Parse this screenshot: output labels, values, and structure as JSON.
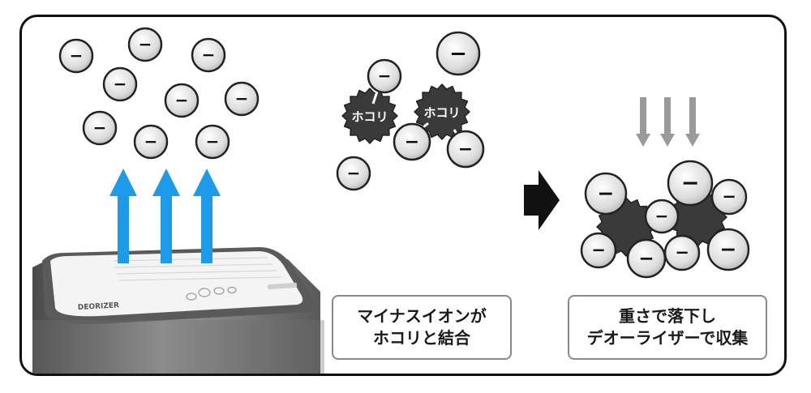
{
  "panel_left": {
    "device_brand": "DEORIZER",
    "ion_symbol": "−",
    "arrow_color": "#1e9be8"
  },
  "panel_middle": {
    "dust_label": "ホコリ",
    "ion_symbol": "−",
    "caption_line1": "マイナスイオンが",
    "caption_line2": "ホコリと結合"
  },
  "panel_right": {
    "ion_symbol": "−",
    "caption_line1": "重さで落下し",
    "caption_line2": "デオーライザーで収集",
    "arrow_color": "#9a9a9a"
  },
  "colors": {
    "dust": "#3a3a3a",
    "ion_fill": "#e6e6e6",
    "step_arrow": "#111111"
  }
}
